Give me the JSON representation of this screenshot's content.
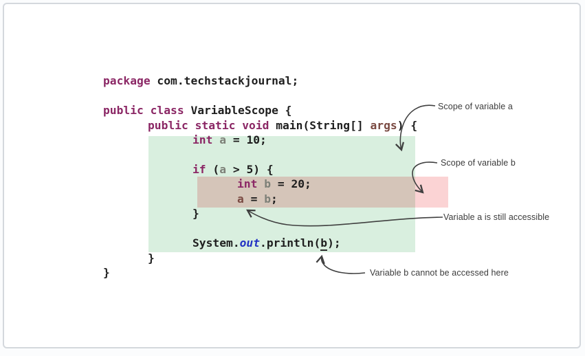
{
  "annotations": {
    "scope_a": "Scope of variable a",
    "scope_b": "Scope of variable b",
    "var_a_accessible": "Variable a is still accessible",
    "var_b_inaccessible": "Variable b cannot be accessed here"
  },
  "code": {
    "language": "java",
    "lines": [
      {
        "indent": 0,
        "tokens": [
          [
            "kw",
            "package"
          ],
          [
            "pl",
            " com.techstackjournal;"
          ]
        ]
      },
      {
        "indent": 0,
        "tokens": []
      },
      {
        "indent": 0,
        "tokens": [
          [
            "kw",
            "public class"
          ],
          [
            "pl",
            " VariableScope {"
          ]
        ]
      },
      {
        "indent": 1,
        "tokens": [
          [
            "kw",
            "public static void"
          ],
          [
            "pl",
            " main(String[] "
          ],
          [
            "par",
            "args"
          ],
          [
            "pl",
            ") {"
          ]
        ]
      },
      {
        "indent": 2,
        "tokens": [
          [
            "kw",
            "int"
          ],
          [
            "pl",
            " "
          ],
          [
            "var",
            "a"
          ],
          [
            "pl",
            " = 10;"
          ]
        ]
      },
      {
        "indent": 2,
        "tokens": []
      },
      {
        "indent": 2,
        "tokens": [
          [
            "kw",
            "if"
          ],
          [
            "pl",
            " ("
          ],
          [
            "var",
            "a"
          ],
          [
            "pl",
            " > 5) {"
          ]
        ]
      },
      {
        "indent": 3,
        "tokens": [
          [
            "kw",
            "int"
          ],
          [
            "pl",
            " "
          ],
          [
            "var",
            "b"
          ],
          [
            "pl",
            " = 20;"
          ]
        ]
      },
      {
        "indent": 3,
        "tokens": [
          [
            "par",
            "a"
          ],
          [
            "pl",
            " = "
          ],
          [
            "var",
            "b"
          ],
          [
            "pl",
            ";"
          ]
        ]
      },
      {
        "indent": 2,
        "tokens": [
          [
            "pl",
            "}"
          ]
        ]
      },
      {
        "indent": 2,
        "tokens": []
      },
      {
        "indent": 2,
        "tokens": [
          [
            "pl",
            "System."
          ],
          [
            "fld",
            "out"
          ],
          [
            "pl",
            ".println("
          ],
          [
            "err",
            "b"
          ],
          [
            "pl",
            ");"
          ]
        ]
      },
      {
        "indent": 1,
        "tokens": [
          [
            "pl",
            "}"
          ]
        ]
      },
      {
        "indent": 0,
        "tokens": [
          [
            "pl",
            "}"
          ]
        ]
      }
    ]
  },
  "colors": {
    "keyword": "#8b2765",
    "plain": "#1e1e1e",
    "variable": "#7d8078",
    "parameter": "#7a4a42",
    "field": "#2333c4",
    "scope_a_highlight": "#d9efdf",
    "scope_b_highlight": "#fbd3d4",
    "arrow": "#3f3f3f",
    "annotation_text": "#3b3b3b",
    "frame_border": "#d4d8dd"
  }
}
